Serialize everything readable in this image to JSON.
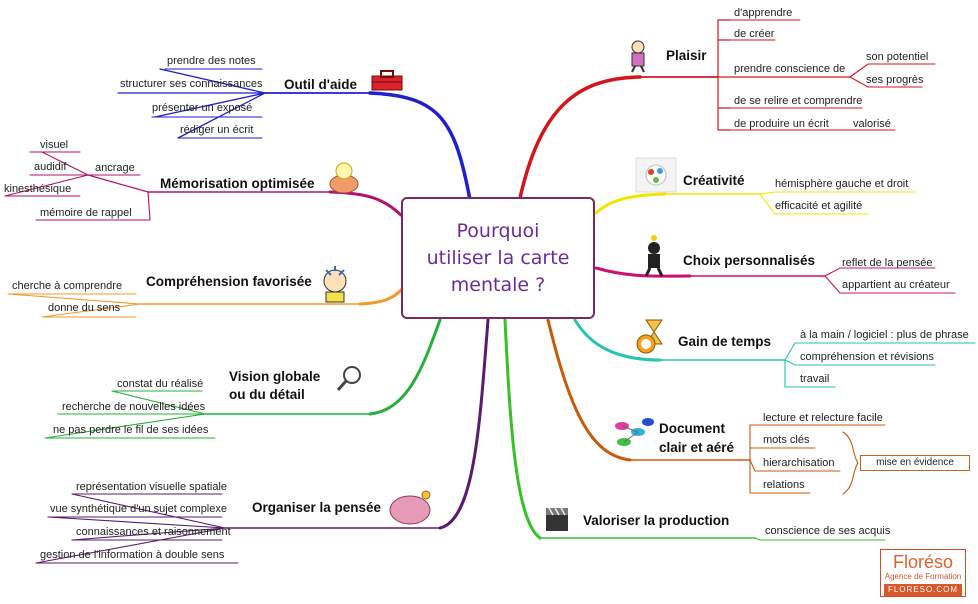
{
  "center": {
    "line1": "Pourquoi",
    "line2": "utiliser la carte",
    "line3": "mentale ?"
  },
  "branches": {
    "outil": {
      "title": "Outil d'aide",
      "items": [
        "prendre des notes",
        "structurer ses connaissances",
        "présenter un exposé",
        "rédiger un écrit"
      ]
    },
    "memorisation": {
      "title": "Mémorisation optimisée",
      "ancrage": "ancrage",
      "sub": [
        "visuel",
        "audidif",
        "kinesthésique"
      ],
      "rappel": "mémoire de rappel"
    },
    "comprehension": {
      "title": "Compréhension favorisée",
      "items": [
        "cherche à comprendre",
        "donne du sens"
      ]
    },
    "vision": {
      "title_line1": "Vision globale",
      "title_line2": "ou du détail",
      "items": [
        "constat du réalisé",
        "recherche de nouvelles idées",
        "ne pas perdre le fil de ses idées"
      ]
    },
    "organiser": {
      "title": "Organiser la pensée",
      "items": [
        "représentation visuelle spatiale",
        "vue synthétique d'un sujet complexe",
        "connaissances et raisonnement",
        "gestion de l'information à double sens"
      ]
    },
    "plaisir": {
      "title": "Plaisir",
      "items": [
        "d'apprendre",
        "de créer",
        "prendre conscience de",
        "de se relire et comprendre",
        "de produire un écrit"
      ],
      "conscience_sub": [
        "son potentiel",
        "ses progrès"
      ],
      "valorise": "valorisé"
    },
    "creativite": {
      "title": "Créativité",
      "items": [
        "hémisphère gauche et droit",
        "efficacité et agilité"
      ]
    },
    "choix": {
      "title": "Choix personnalisés",
      "items": [
        "reflet de la pensée",
        "appartient au créateur"
      ]
    },
    "gain": {
      "title": "Gain de temps",
      "items": [
        "à la main / logiciel : plus de phrase",
        "compréhension et révisions",
        "travail"
      ]
    },
    "document": {
      "title_line1": "Document",
      "title_line2": "clair et aéré",
      "items": [
        "lecture et relecture facile",
        "mots clés",
        "hierarchisation",
        "relations"
      ],
      "mise": "mise en évidence"
    },
    "valoriser": {
      "title": "Valoriser la production",
      "items": [
        "conscience de ses acquis"
      ]
    }
  },
  "logo": {
    "name": "Floréso",
    "tagline": "Agence de Formation",
    "url": "FLORESO.COM"
  },
  "colors": {
    "outil": "#1f1fd0",
    "memorisation": "#b0126e",
    "comprehension": "#f09a2a",
    "vision": "#24b03a",
    "organiser": "#5b1a6e",
    "plaisir": "#d4161c",
    "creativite": "#f2e600",
    "choix": "#cc1070",
    "gain": "#28c2b0",
    "document": "#c85a0a",
    "valoriser": "#38c028"
  },
  "icons": [
    "toolbox-icon",
    "brain-icon",
    "cartoon-thinker-icon",
    "magnifier-icon",
    "brain-gears-icon",
    "jumping-figure-icon",
    "paint-palette-icon",
    "idea-figure-icon",
    "hourglass-clock-icon",
    "network-nodes-icon",
    "clapperboard-icon"
  ]
}
